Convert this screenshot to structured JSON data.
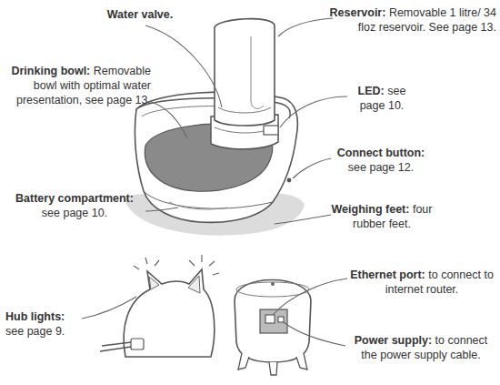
{
  "diagram": {
    "labels": [
      "Water valve.",
      "Reservoir:",
      "Removable 1 litre/ 34 floz reservoir. See page 13.",
      "Drinking bowl:",
      "Removable bowl with optimal water presentation, see page 13.",
      "LED:",
      "see page 10.",
      "Connect button:",
      "see page 12.",
      "Battery compartment:",
      "see page 10.",
      "Weighing feet:",
      "four rubber feet.",
      "Hub lights:",
      "see page 9.",
      "Ethernet port:",
      "to connect to internet router.",
      "Power supply:",
      "to connect the power supply cable."
    ]
  }
}
